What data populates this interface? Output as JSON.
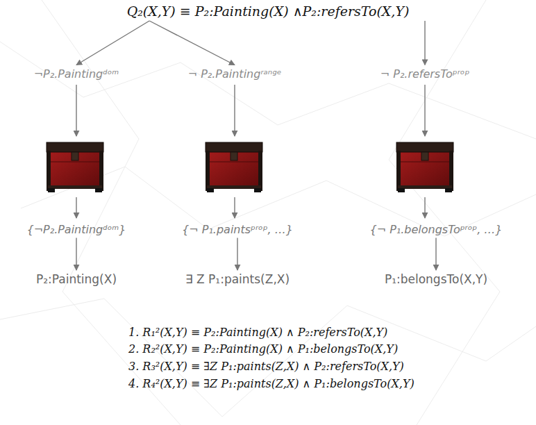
{
  "diagram": {
    "nodes": [
      {
        "text": [
          "Q₂(X,Y) ≡ P₂:Painting(X) ∧P₂:refersTo(X,Y)"
        ]
      },
      {
        "text": [
          "¬P₂.Paintingᵈᵒᵐ"
        ]
      },
      {
        "text": [
          "¬ P₂.Paintingʳᵃⁿᵍᵉ"
        ]
      },
      {
        "text": [
          "¬ P₂.refersToᵖʳᵒᵖ"
        ]
      },
      {
        "text": [
          "{¬P₂.Paintingᵈᵒᵐ}"
        ]
      },
      {
        "text": [
          "{¬ P₁.paintsᵖʳᵒᵖ, …}"
        ]
      },
      {
        "text": [
          "{¬ P₁.belongsToᵖʳᵒᵖ, …}"
        ]
      },
      {
        "text": [
          "P₂:Painting(X)"
        ]
      },
      {
        "text": [
          "∃ Z P₁:paints(Z,X)"
        ]
      },
      {
        "text": [
          "P₁:belongsTo(X,Y)"
        ]
      }
    ],
    "edges": [
      {
        "from": 0,
        "to": 1,
        "arrow": "to"
      },
      {
        "from": 0,
        "to": 2,
        "arrow": "to"
      },
      {
        "from": 0,
        "to": 3,
        "arrow": "to"
      },
      {
        "from": 4,
        "to": 7,
        "arrow": "to"
      },
      {
        "from": 5,
        "to": 8,
        "arrow": "to"
      },
      {
        "from": 6,
        "to": 9,
        "arrow": "to"
      }
    ],
    "labels": [
      "1. R₁²(X,Y) ≡ P₂:Painting(X) ∧ P₂:refersTo(X,Y)",
      "2. R₂²(X,Y) ≡ P₂:Painting(X) ∧ P₁:belongsTo(X,Y)",
      "3. R₃²(X,Y) ≡ ∃Z P₁:paints(Z,X) ∧ P₂:refersTo(X,Y)",
      "4. R₄²(X,Y) ≡ ∃Z P₁:paints(Z,X) ∧ P₁:belongsTo(X,Y)"
    ]
  }
}
